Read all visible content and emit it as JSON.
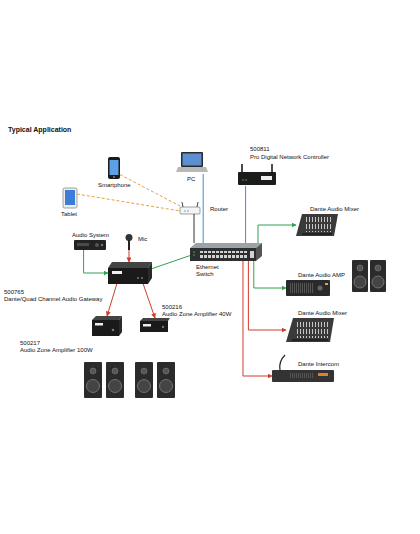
{
  "diagram": {
    "title": "Typical Application",
    "nodes": [
      {
        "text": [
          "Smartphone"
        ]
      },
      {
        "text": [
          "PC"
        ]
      },
      {
        "text": [
          "500811",
          "Pro Digital Network Controller"
        ]
      },
      {
        "text": [
          "Tablet"
        ]
      },
      {
        "text": [
          "Router"
        ]
      },
      {
        "text": [
          "Dante Audio Mixer"
        ]
      },
      {
        "text": [
          "Audio System"
        ]
      },
      {
        "text": [
          "Mic"
        ]
      },
      {
        "text": [
          "Ethernet Switch"
        ]
      },
      {
        "text": [
          "500765",
          "Dante/Quad Channel Audio Gateway"
        ]
      },
      {
        "text": [
          "Dante Audio AMP"
        ]
      },
      {
        "text": [
          "500216",
          "Audio Zone Amplifier 40W"
        ]
      },
      {
        "text": [
          "Dante Audio Mixer"
        ]
      },
      {
        "text": [
          "500217",
          "Audio Zone Amplifier 100W"
        ]
      },
      {
        "text": [
          "Dante Intercom"
        ]
      }
    ],
    "edges": [
      {
        "from": 0,
        "to": 4,
        "arrow": "none"
      },
      {
        "from": 3,
        "to": 4,
        "arrow": "none"
      },
      {
        "from": 1,
        "to": 8,
        "arrow": "none"
      },
      {
        "from": 2,
        "to": 8,
        "arrow": "none"
      },
      {
        "from": 4,
        "to": 8,
        "arrow": "none"
      },
      {
        "from": 8,
        "to": 5,
        "arrow": "to"
      },
      {
        "from": 8,
        "to": 10,
        "arrow": "to"
      },
      {
        "from": 8,
        "to": 12,
        "arrow": "to"
      },
      {
        "from": 8,
        "to": 14,
        "arrow": "to"
      },
      {
        "from": 6,
        "to": 9,
        "arrow": "to"
      },
      {
        "from": 7,
        "to": 9,
        "arrow": "to"
      },
      {
        "from": 9,
        "to": 8,
        "arrow": "none"
      },
      {
        "from": 9,
        "to": 13,
        "arrow": "to"
      },
      {
        "from": 9,
        "to": 11,
        "arrow": "to"
      }
    ]
  }
}
